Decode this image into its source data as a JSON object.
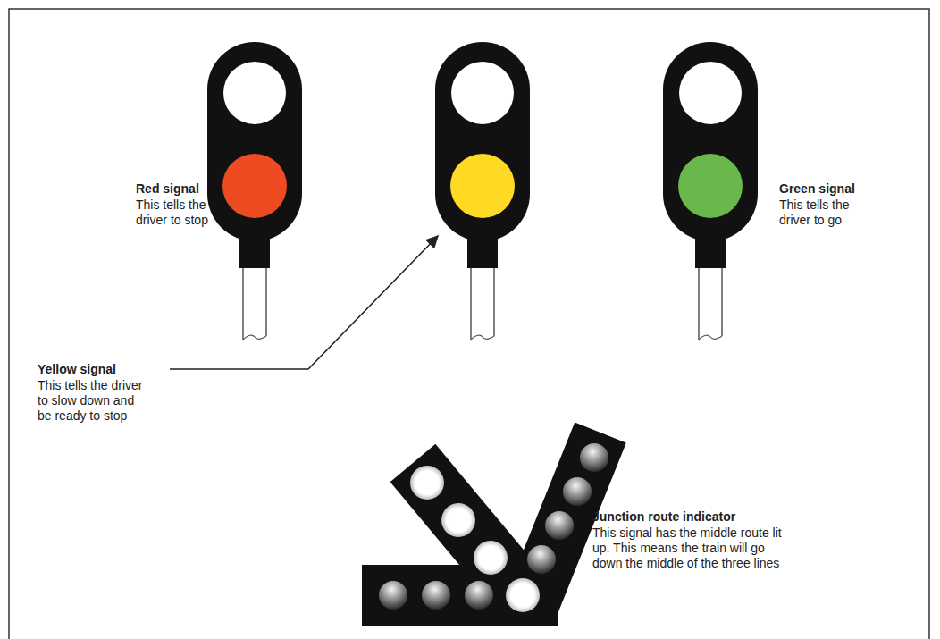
{
  "diagram": {
    "labels": [
      "Red signal",
      "This tells the driver to stop",
      "Green signal",
      "This tells the driver to go",
      "Yellow signal",
      "This tells the driver to slow down and be ready to stop",
      "Junction route indicator",
      "This signal has the middle route lit up. This means the train will go down the middle of the three lines"
    ]
  }
}
